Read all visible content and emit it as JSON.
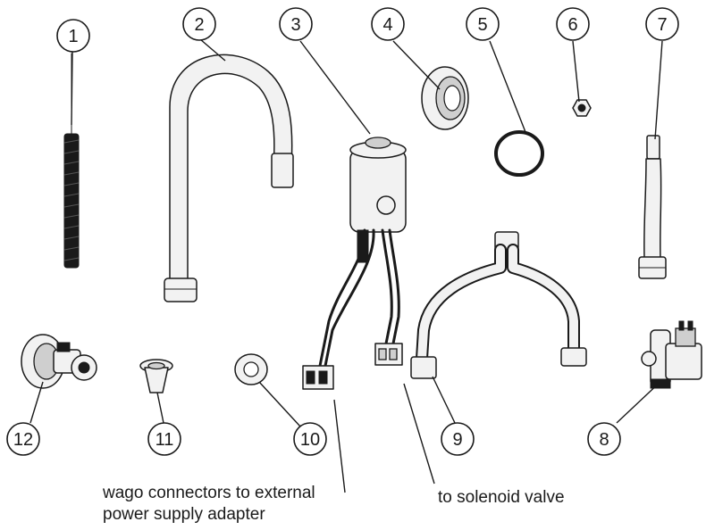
{
  "callouts": [
    {
      "num": "1"
    },
    {
      "num": "2"
    },
    {
      "num": "3"
    },
    {
      "num": "4"
    },
    {
      "num": "5"
    },
    {
      "num": "6"
    },
    {
      "num": "7"
    },
    {
      "num": "8"
    },
    {
      "num": "9"
    },
    {
      "num": "10"
    },
    {
      "num": "11"
    },
    {
      "num": "12"
    }
  ],
  "notes": {
    "wago_line1": "wago connectors to external",
    "wago_line2": "power supply adapter",
    "solenoid": "to solenoid valve"
  },
  "colors": {
    "line": "#1a1a1a",
    "background": "#ffffff"
  }
}
